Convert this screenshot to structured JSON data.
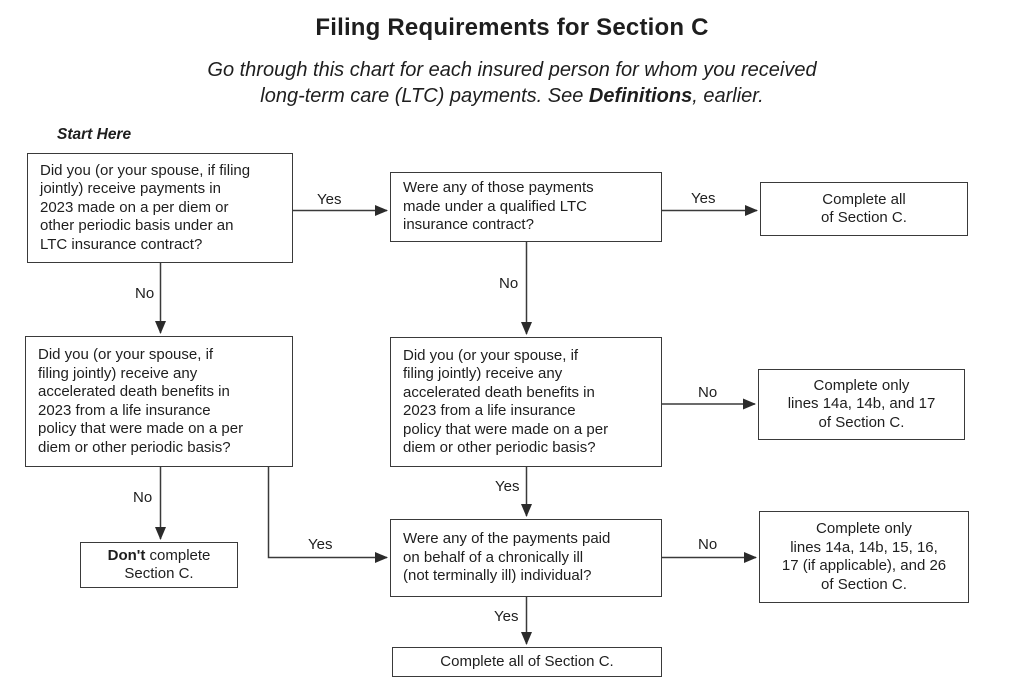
{
  "title": "Filing Requirements for Section C",
  "subtitle": {
    "line1": "Go through this chart for each insured person for whom you received",
    "line2_pre": "long-term care (LTC) payments. See ",
    "line2_bold": "Definitions",
    "line2_post": ", earlier."
  },
  "start_here": "Start Here",
  "boxes": {
    "q_per_diem": "Did you (or your spouse, if filing\njointly) receive payments in\n2023 made on a per diem or\nother periodic basis under an\nLTC insurance contract?",
    "q_qualified": "Were any of those payments\nmade under a qualified LTC\ninsurance contract?",
    "complete_all_top": "Complete all\nof Section C.",
    "q_adb_left": "Did you (or your spouse, if\nfiling jointly) receive any\naccelerated death benefits in\n2023 from a life insurance\npolicy that were made on a per\ndiem or other periodic basis?",
    "q_adb_mid": "Did you (or your spouse, if\nfiling jointly) receive any\naccelerated death benefits in\n2023 from a life insurance\npolicy that were made on a per\ndiem or other periodic basis?",
    "complete_only_17": "Complete only\nlines 14a, 14b, and 17\nof Section C.",
    "dont_complete_bold": "Don't",
    "dont_complete_rest": " complete\nSection C.",
    "q_chronically_ill": "Were any of the payments paid\non behalf of a chronically ill\n(not terminally ill) individual?",
    "complete_only_26": "Complete only\nlines 14a, 14b, 15, 16,\n17 (if applicable), and 26\nof Section C.",
    "complete_all_bottom": "Complete all of Section C."
  },
  "edge_labels": {
    "yes1": "Yes",
    "yes2": "Yes",
    "yes3": "Yes",
    "yes4": "Yes",
    "yes5": "Yes",
    "no1": "No",
    "no2": "No",
    "no3": "No",
    "no4": "No",
    "no5": "No"
  },
  "colors": {
    "background": "#ffffff",
    "text": "#1e1e1e",
    "line": "#3a3a3a"
  }
}
